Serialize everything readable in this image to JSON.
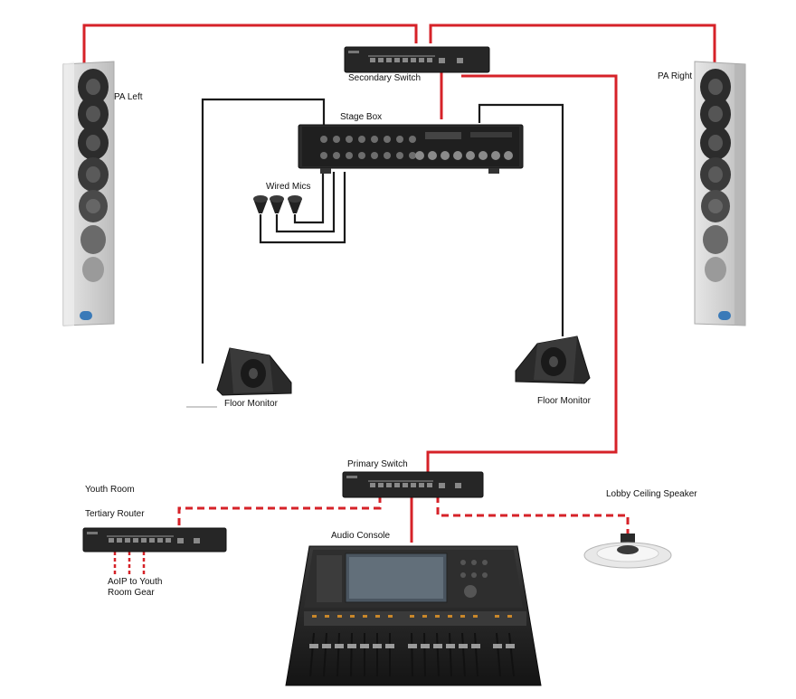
{
  "colors": {
    "network_cable": "#d62228",
    "audio_cable": "#1a1a1a",
    "speaker_body": "#cfcfcf",
    "device_body": "#2a2a2a"
  },
  "labels": {
    "pa_left": "PA Left",
    "pa_right": "PA Right",
    "secondary_switch": "Secondary Switch",
    "stage_box": "Stage Box",
    "wired_mics": "Wired Mics",
    "floor_monitor_left": "Floor Monitor",
    "floor_monitor_right": "Floor Monitor",
    "primary_switch": "Primary Switch",
    "youth_room": "Youth Room",
    "tertiary_router": "Tertiary Router",
    "audio_console": "Audio Console",
    "lobby_ceiling_speaker": "Lobby Ceiling Speaker",
    "aoip_youth": "AoIP to Youth Room Gear"
  },
  "icons": {
    "pa_left": "column-speaker-icon",
    "pa_right": "column-speaker-icon",
    "secondary_switch": "network-switch-icon",
    "stage_box": "stage-box-icon",
    "mic": "microphone-icon",
    "floor_monitor": "wedge-monitor-icon",
    "primary_switch": "network-switch-icon",
    "tertiary_router": "network-router-icon",
    "audio_console": "mixing-console-icon",
    "ceiling_speaker": "ceiling-speaker-icon"
  }
}
